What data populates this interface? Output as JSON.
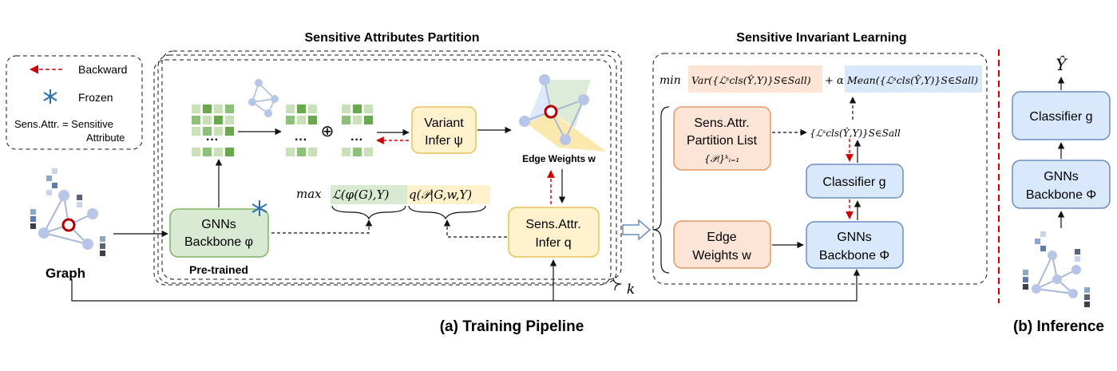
{
  "legend": {
    "backward_label": "Backward",
    "frozen_label": "Frozen",
    "sens_attr_line1": "Sens.Attr. = Sensitive",
    "sens_attr_line2": "Attribute"
  },
  "graph_label": "Graph",
  "sap": {
    "title": "Sensitive Attributes Partition",
    "gnn_line1": "GNNs",
    "gnn_line2": "Backbone φ",
    "pretrained": "Pre-trained",
    "variant_line1": "Variant",
    "variant_line2": "Infer ψ",
    "edge_weights": "Edge Weights w",
    "sens_infer_line1": "Sens.Attr.",
    "sens_infer_line2": "Infer q",
    "max_word": "max",
    "loss_part": "ℒ(φ(G),Y)",
    "q_part": "q(𝒫|G,w,Y)",
    "oplus": "⊕",
    "dots": "···",
    "k": "k"
  },
  "sil": {
    "title": "Sensitive Invariant Learning",
    "min_word": "min",
    "var_term": "Var({ℒˢcls(Ŷ,Y)}S∈Sall)",
    "plus_alpha": "+ α",
    "mean_term": "Mean({ℒˢcls(Ŷ,Y)}S∈Sall)",
    "partition_line1": "Sens.Attr.",
    "partition_line2": "Partition List",
    "partition_line3": "{𝒫ᵢ}ᵏᵢ₌₁",
    "set_term": "{ℒˢcls(Ŷ,Y)}S∈Sall",
    "classifier": "Classifier g",
    "edge_line1": "Edge",
    "edge_line2": "Weights w",
    "gnn_line1": "GNNs",
    "gnn_line2": "Backbone Φ"
  },
  "training_caption": "(a) Training Pipeline",
  "inference": {
    "y_hat": "Ŷ",
    "classifier": "Classifier g",
    "gnn_line1": "GNNs",
    "gnn_line2": "Backbone Φ",
    "caption": "(b) Inference"
  },
  "colors": {
    "green_fill": "#d9ead3",
    "green_stroke": "#82b366",
    "yellow_fill": "#fff2cc",
    "yellow_stroke": "#e6c15a",
    "orange_fill": "#fce4d6",
    "orange_stroke": "#e59866",
    "blue_fill": "#dae8fc",
    "blue_stroke": "#6c8ebf",
    "red_dash": "#cc0000"
  }
}
